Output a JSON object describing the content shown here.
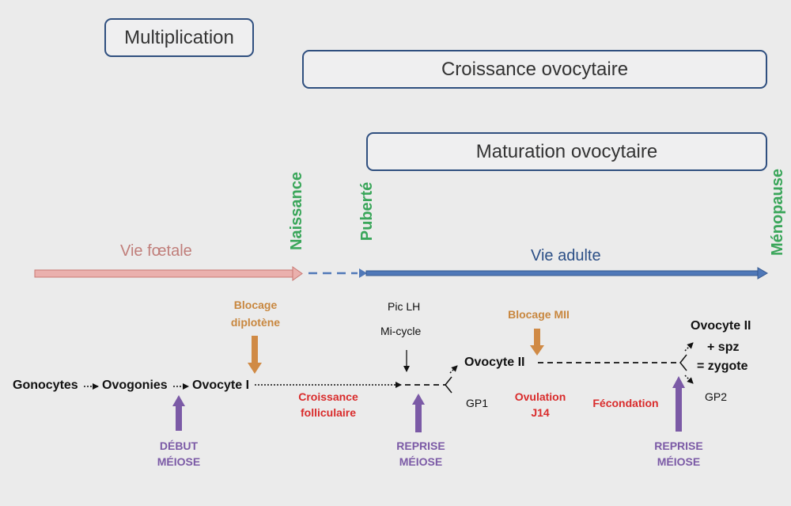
{
  "phases": {
    "multiplication": "Multiplication",
    "croissance": "Croissance ovocytaire",
    "maturation": "Maturation ovocytaire"
  },
  "milestones": {
    "naissance": "Naissance",
    "puberte": "Puberté",
    "menopause": "Ménopause"
  },
  "timeline": {
    "vie_foetale": "Vie fœtale",
    "vie_adulte": "Vie adulte"
  },
  "stages": {
    "gonocytes": "Gonocytes",
    "ovogonies": "Ovogonies",
    "ovocyte1": "Ovocyte I",
    "ovocyte2": "Ovocyte II",
    "final_l1": "Ovocyte II",
    "final_l2": "+ spz",
    "final_l3": "= zygote",
    "gp1": "GP1",
    "gp2": "GP2"
  },
  "events": {
    "pic_lh": "Pic LH",
    "mi_cycle": "Mi-cycle",
    "blocage_dip_l1": "Blocage",
    "blocage_dip_l2": "diplotène",
    "blocage_mii": "Blocage MII",
    "croissance_l1": "Croissance",
    "croissance_l2": "folliculaire",
    "ovulation_l1": "Ovulation",
    "ovulation_l2": "J14",
    "fecondation": "Fécondation",
    "debut_l1": "DÉBUT",
    "debut_l2": "MÉIOSE",
    "reprise1_l1": "REPRISE",
    "reprise1_l2": "MÉIOSE",
    "reprise2_l1": "REPRISE",
    "reprise2_l2": "MÉIOSE"
  },
  "colors": {
    "box_border": "#2f4f7f",
    "green": "#3aa65a",
    "orange": "#c8873f",
    "red": "#d92b2b",
    "purple": "#7b5aa6",
    "foetal_arrow": "#e8aaa8",
    "adult_arrow": "#4f78b8"
  }
}
